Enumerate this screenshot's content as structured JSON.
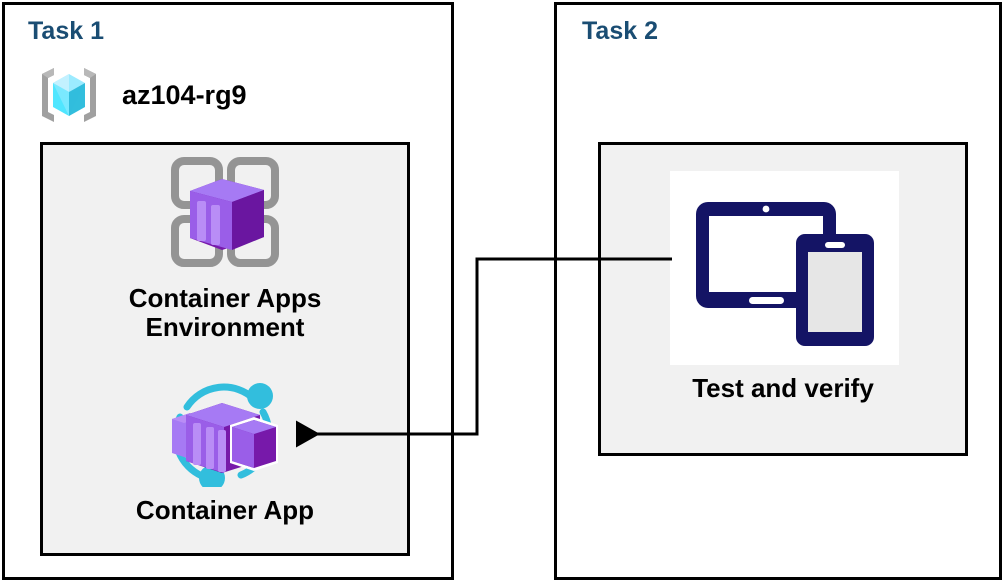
{
  "diagram": {
    "title": "Azure Container Apps task diagram",
    "background": "#ffffff",
    "colors": {
      "task_title": "#1a4d73",
      "box_border": "#000000",
      "panel_fill": "#f1f1f1",
      "plate_fill": "#ffffff",
      "azure_cyan": "#50e6ff",
      "azure_cyan_dark": "#32bedd",
      "azure_purple": "#7719aa",
      "azure_purple_light": "#a67af4",
      "azure_purple_mid": "#8661c5",
      "icon_gray": "#949494",
      "navy": "#141465",
      "label_text": "#000000"
    }
  },
  "task1": {
    "title": "Task 1",
    "resource_group": {
      "icon": "resource-group-icon",
      "label": "az104-rg9"
    },
    "resources": [
      {
        "id": "container-apps-environment",
        "icon": "container-apps-environment-icon",
        "label": "Container Apps\nEnvironment"
      },
      {
        "id": "container-app",
        "icon": "container-app-icon",
        "label": "Container App"
      }
    ]
  },
  "task2": {
    "title": "Task 2",
    "resources": [
      {
        "id": "test-and-verify",
        "icon": "test-and-verify-icon",
        "label": "Test and verify"
      }
    ]
  },
  "connector": {
    "id": "test-to-container-app-arrow",
    "from": "test-and-verify",
    "to": "container-app",
    "arrow_head": "left",
    "style": "orthogonal-elbow",
    "color": "#000000"
  }
}
